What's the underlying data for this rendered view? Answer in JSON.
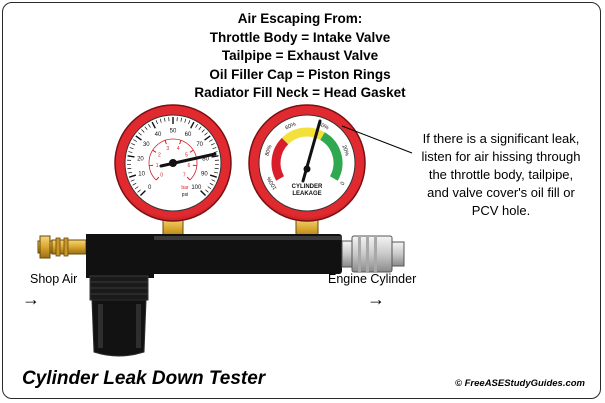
{
  "heading": {
    "line1": "Air Escaping From:",
    "line2": "Throttle Body = Intake Valve",
    "line3": "Tailpipe = Exhaust Valve",
    "line4": "Oil Filler Cap = Piston Rings",
    "line5": "Radiator Fill Neck = Head Gasket"
  },
  "callout": {
    "line1": "If there is a significant leak,",
    "line2": "listen for air hissing through",
    "line3": "the throttle body, tailpipe,",
    "line4": "and valve cover's oil fill or",
    "line5": "PCV hole."
  },
  "labels": {
    "shop_air": "Shop Air",
    "engine_cylinder": "Engine Cylinder",
    "arrow_left": "→",
    "arrow_right": "→"
  },
  "pressure_gauge": {
    "outer_ticks": [
      "0",
      "10",
      "20",
      "30",
      "40",
      "50",
      "60",
      "70",
      "80",
      "90",
      "100"
    ],
    "inner_ticks": [
      "0",
      "1",
      "2",
      "3",
      "4",
      "5",
      "6",
      "7"
    ],
    "unit_outer": "psi",
    "unit_inner": "bar"
  },
  "leakage_gauge": {
    "ticks": [
      "100%",
      "80%",
      "60%",
      "40%",
      "20%",
      "0"
    ],
    "label_line1": "CYLINDER",
    "label_line2": "LEAKAGE",
    "colors": {
      "red": "#d81e2a",
      "yellow": "#f3e03a",
      "green": "#2fa84f"
    }
  },
  "colors": {
    "bezel_red": "#d42027",
    "brass": "#d9a62e",
    "body_black": "#111111"
  },
  "title": "Cylinder Leak Down Tester",
  "credit": "© FreeASEStudyGuides.com"
}
